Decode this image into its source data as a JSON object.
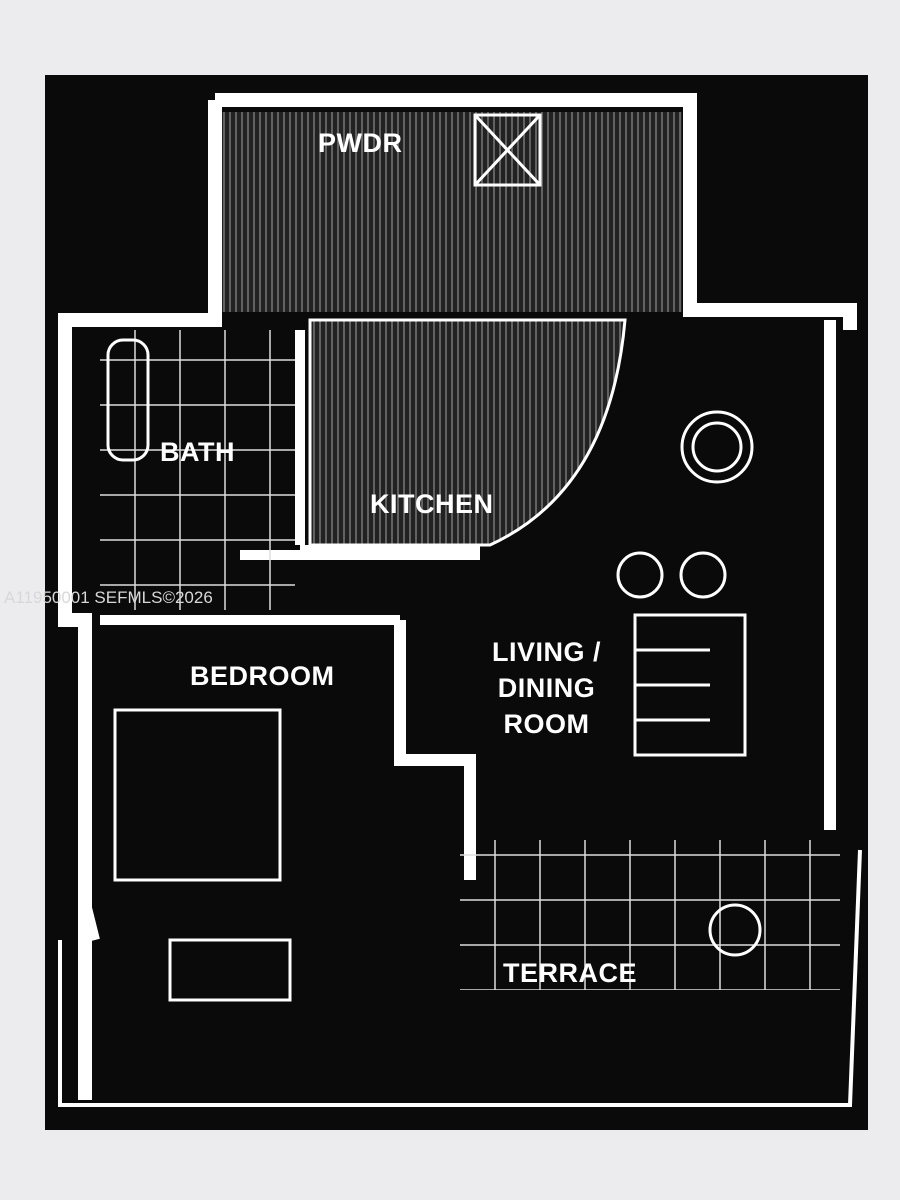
{
  "rooms": {
    "powder": "PWDR",
    "bath": "BATH",
    "kitchen": "KITCHEN",
    "living_line1": "LIVING /",
    "living_line2": "DINING",
    "living_line3": "ROOM",
    "bedroom": "BEDROOM",
    "terrace": "TERRACE"
  },
  "watermark": "A11950001 SEFMLS©2026",
  "colors": {
    "background": "#ecebee",
    "plan": "#0a0a0a",
    "walls": "#ffffff",
    "floor_hatch": "#3a3a3a"
  }
}
